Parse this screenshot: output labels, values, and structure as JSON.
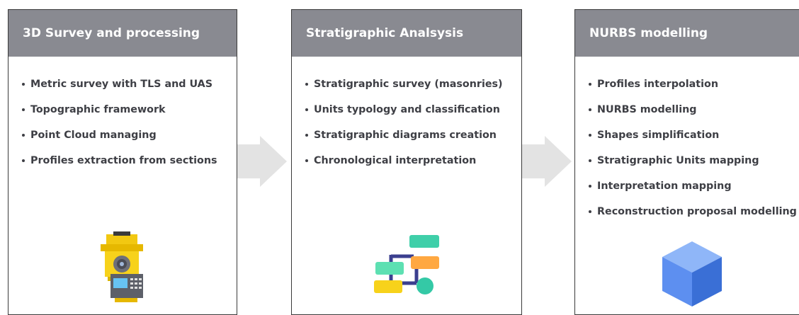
{
  "panels": [
    {
      "title": "3D Survey and processing",
      "items": [
        "Metric survey with TLS and UAS",
        "Topographic framework",
        "Point Cloud managing",
        "Profiles extraction from sections"
      ],
      "icon": "total-station-icon"
    },
    {
      "title": "Stratigraphic Analsysis",
      "items": [
        "Stratigraphic survey (masonries)",
        "Units typology and classification",
        "Stratigraphic diagrams creation",
        "Chronological interpretation"
      ],
      "icon": "flowchart-icon"
    },
    {
      "title": "NURBS modelling",
      "items": [
        "Profiles interpolation",
        "NURBS modelling",
        "Shapes simplification",
        "Stratigraphic Units mapping",
        "Interpretation mapping",
        "Reconstruction proposal modelling"
      ],
      "icon": "cube-icon"
    }
  ],
  "arrows": [
    "arrow-right-icon",
    "arrow-right-icon"
  ],
  "colors": {
    "header": "#898a91",
    "text": "#3e3f45",
    "arrow": "#e3e3e3",
    "cube_light": "#6e9cf1",
    "cube_dark": "#3b6fd4"
  }
}
